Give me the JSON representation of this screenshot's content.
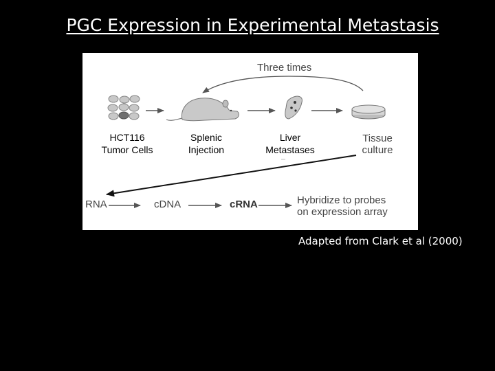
{
  "slide": {
    "title": "PGC Expression in Experimental Metastasis",
    "caption": "Adapted from Clark et al (2000)"
  },
  "diagram": {
    "loop_label": "Three times",
    "steps": [
      {
        "line1": "HCT116",
        "line2": "Tumor Cells"
      },
      {
        "line1": "Splenic",
        "line2": "Injection"
      },
      {
        "line1": "Liver",
        "line2": "Metastases"
      },
      {
        "line1": "Tissue",
        "line2": "culture"
      }
    ],
    "pipeline": {
      "rna": "RNA",
      "cdna": "cDNA",
      "crna": "cRNA",
      "hybridize_line1": "Hybridize to probes",
      "hybridize_line2": "on expression array"
    }
  }
}
